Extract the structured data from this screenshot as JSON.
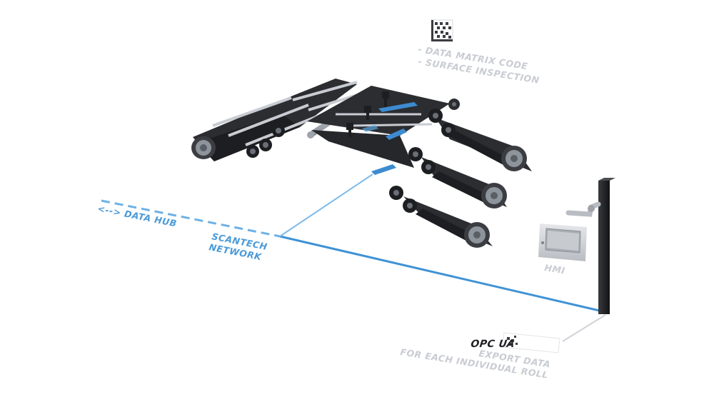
{
  "labels": {
    "inspection_line1": "- DATA MATRIX CODE",
    "inspection_line2": "- SURFACE INSPECTION",
    "data_hub": "<--> DATA HUB",
    "network_line1": "SCANTECH",
    "network_line2": "NETWORK",
    "hmi": "HMI",
    "opc_logo": "OPC UA",
    "export_line1": "EXPORT DATA",
    "export_line2": "FOR EACH INDIVIDUAL ROLL"
  },
  "colors": {
    "network_blue": "#4a9ad8",
    "label_gray": "#c9ccd2",
    "belt_dark": "#2b2d31",
    "belt_stripe": "#c8ccd2",
    "roller_face": "#8e949c",
    "sensor_blue": "#3d8bd0",
    "post_dark": "#1c1d20"
  },
  "icons": {
    "qr": "data-matrix-code-icon",
    "hmi": "hmi-panel-icon",
    "opc": "opc-ua-logo"
  }
}
